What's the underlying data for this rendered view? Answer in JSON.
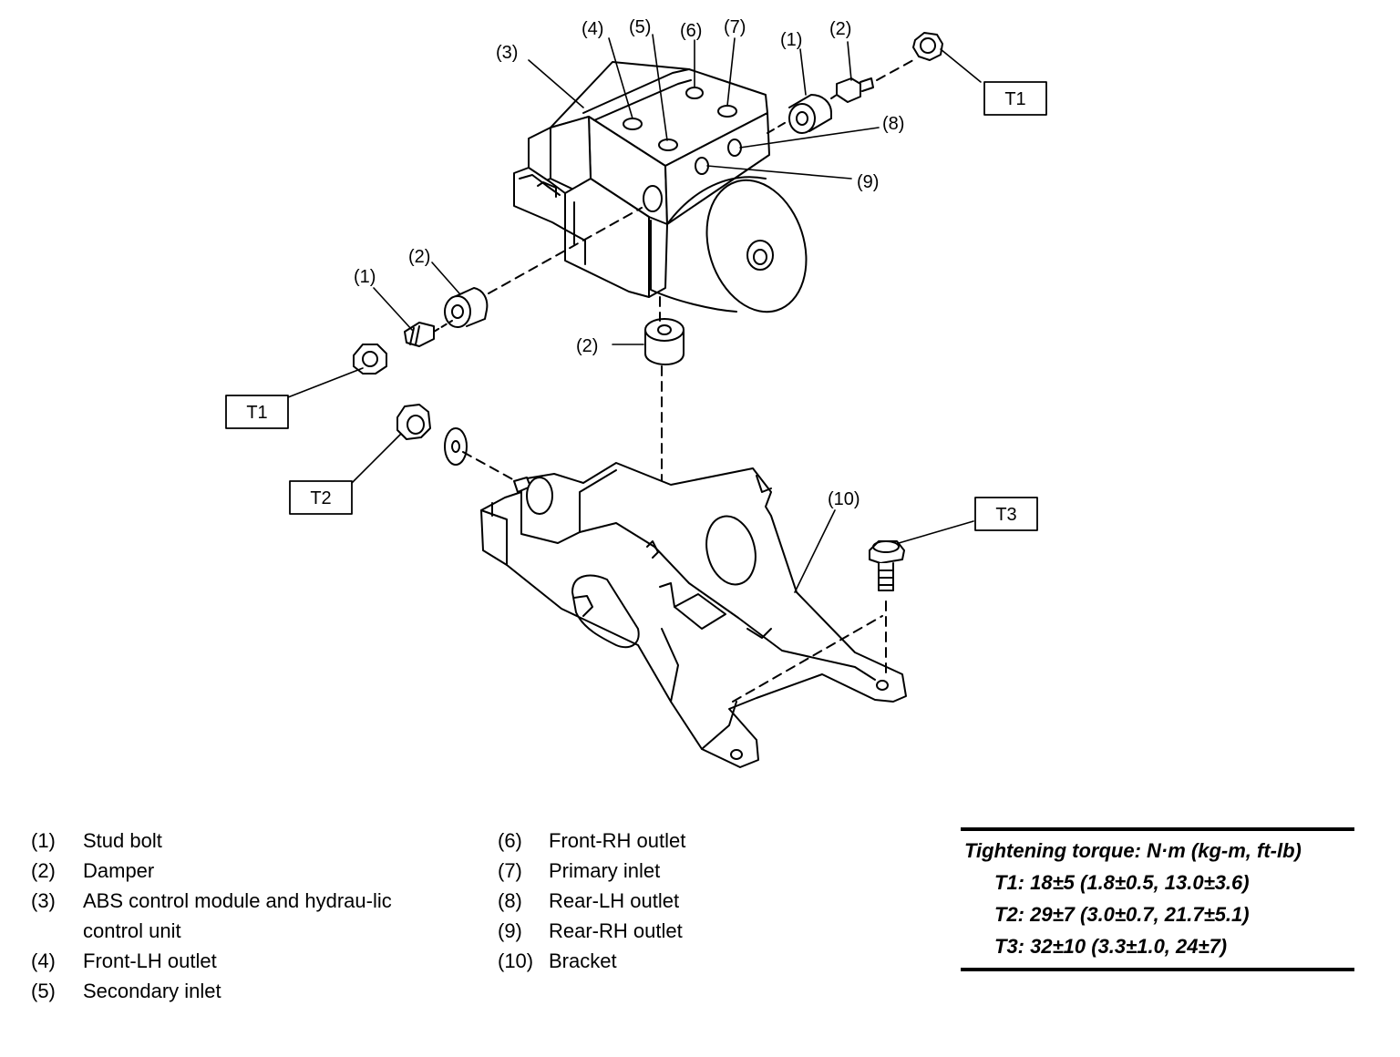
{
  "figure": {
    "callouts": {
      "top_3": "(3)",
      "top_4": "(4)",
      "top_5": "(5)",
      "top_6": "(6)",
      "top_7": "(7)",
      "top_1": "(1)",
      "top_2": "(2)",
      "top_8": "(8)",
      "top_9": "(9)",
      "left_1": "(1)",
      "left_2": "(2)",
      "center_2": "(2)",
      "bracket_10": "(10)"
    },
    "torque_tags": {
      "t1_right": "T1",
      "t1_left": "T1",
      "t2": "T2",
      "t3": "T3"
    }
  },
  "legend": {
    "left": [
      {
        "num": "(1)",
        "text": "Stud bolt"
      },
      {
        "num": "(2)",
        "text": "Damper"
      },
      {
        "num": "(3)",
        "text": "ABS control module and hydrau-lic control unit"
      },
      {
        "num": "(4)",
        "text": "Front-LH outlet"
      },
      {
        "num": "(5)",
        "text": "Secondary inlet"
      }
    ],
    "middle": [
      {
        "num": "(6)",
        "text": "Front-RH outlet"
      },
      {
        "num": "(7)",
        "text": "Primary inlet"
      },
      {
        "num": "(8)",
        "text": "Rear-LH outlet"
      },
      {
        "num": "(9)",
        "text": "Rear-RH outlet"
      },
      {
        "num": "(10)",
        "text": "Bracket"
      }
    ]
  },
  "torque": {
    "title": "Tightening torque: N·m (kg-m, ft-lb)",
    "t1": "T1: 18±5 (1.8±0.5, 13.0±3.6)",
    "t2": "T2: 29±7 (3.0±0.7, 21.7±5.1)",
    "t3": "T3: 32±10 (3.3±1.0, 24±7)"
  }
}
